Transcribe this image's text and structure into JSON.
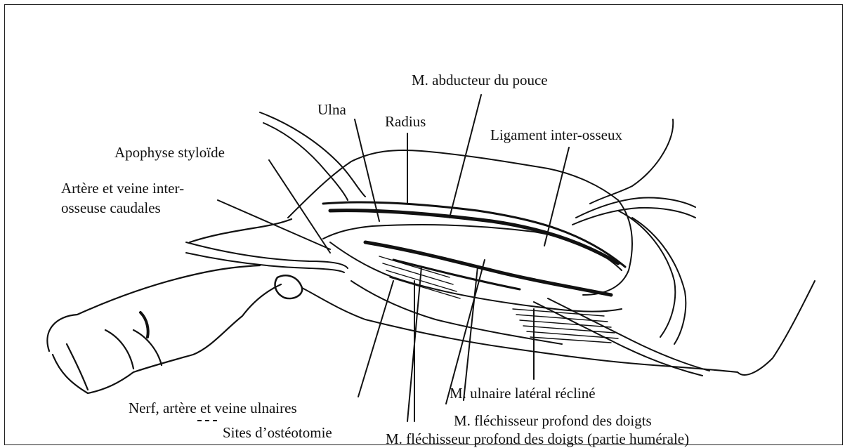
{
  "labels": {
    "abducteur": "M. abducteur du pouce",
    "ulna": "Ulna",
    "radius": "Radius",
    "ligament": "Ligament inter-osseux",
    "apophyse": "Apophyse styloïde",
    "artere_line1": "Artère et veine inter-",
    "artere_line2": "osseuse caudales",
    "ulnaire_lateral": "M. ulnaire latéral récliné",
    "nerf": "Nerf, artère et veine ulnaires",
    "flechisseur": "M. fléchisseur profond des doigts",
    "sites": "Sites d’ostéotomie",
    "flechisseur_humerale": "M. fléchisseur profond des doigts (partie humérale)"
  },
  "colors": {
    "ink": "#111111",
    "background": "#ffffff"
  }
}
